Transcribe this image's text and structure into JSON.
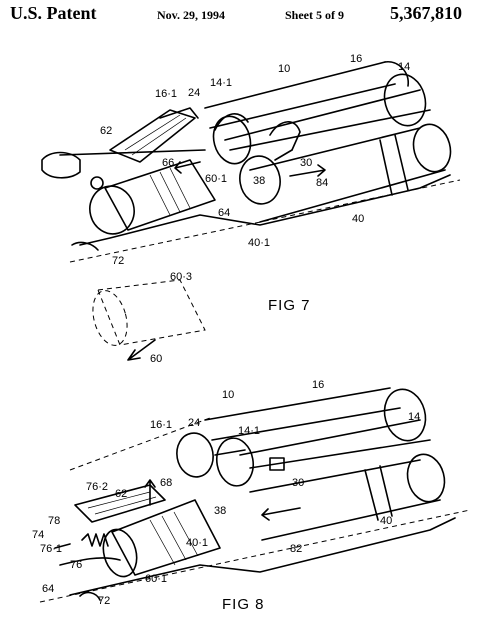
{
  "header": {
    "patent_label": "U.S. Patent",
    "date": "Nov. 29, 1994",
    "sheet": "Sheet 5 of 9",
    "patent_number": "5,367,810"
  },
  "figure7": {
    "caption": "FIG 7",
    "labels": {
      "l10": "10",
      "l16": "16",
      "l14": "14",
      "l14_1": "14·1",
      "l16_1": "16·1",
      "l24": "24",
      "l62": "62",
      "l66": "66",
      "l60_1": "60·1",
      "l38": "38",
      "l30": "30",
      "l84": "84",
      "l40": "40",
      "l64": "64",
      "l40_1": "40·1",
      "l72": "72",
      "l60_3": "60·3",
      "l60": "60"
    }
  },
  "figure8": {
    "caption": "FIG 8",
    "labels": {
      "l10": "10",
      "l16": "16",
      "l14": "14",
      "l16_1": "16·1",
      "l24": "24",
      "l14_1": "14·1",
      "l30": "30",
      "l68": "68",
      "l76_2": "76·2",
      "l62": "62",
      "l38": "38",
      "l78": "78",
      "l74": "74",
      "l76_1": "76·1",
      "l76": "76",
      "l64": "64",
      "l72": "72",
      "l60_1": "60·1",
      "l40_1": "40·1",
      "l82": "82",
      "l40": "40"
    }
  }
}
